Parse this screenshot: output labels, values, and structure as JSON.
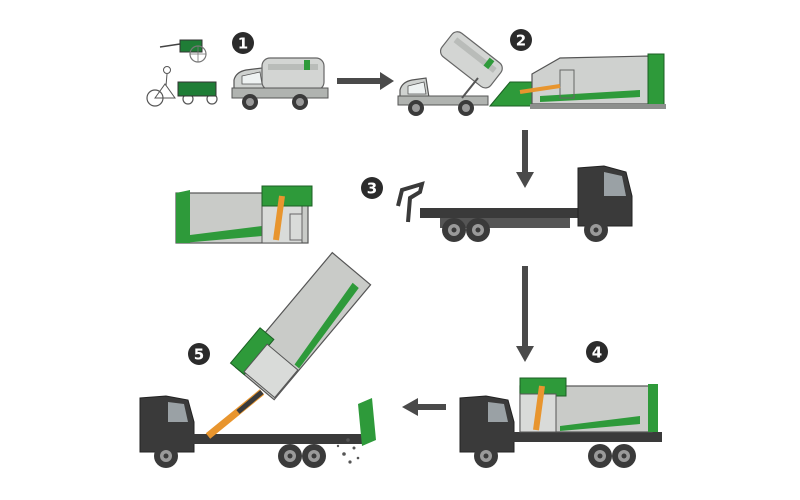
{
  "steps": [
    {
      "number": "1"
    },
    {
      "number": "2"
    },
    {
      "number": "3"
    },
    {
      "number": "4"
    },
    {
      "number": "5"
    }
  ],
  "colors": {
    "container_green": "#2e9a3a",
    "container_body": "#c9cbc8",
    "truck_cab": "#3a3a3a",
    "hydraulic_arm": "#e8952e",
    "arrow": "#4a4a4a",
    "badge": "#2b2b2b"
  }
}
